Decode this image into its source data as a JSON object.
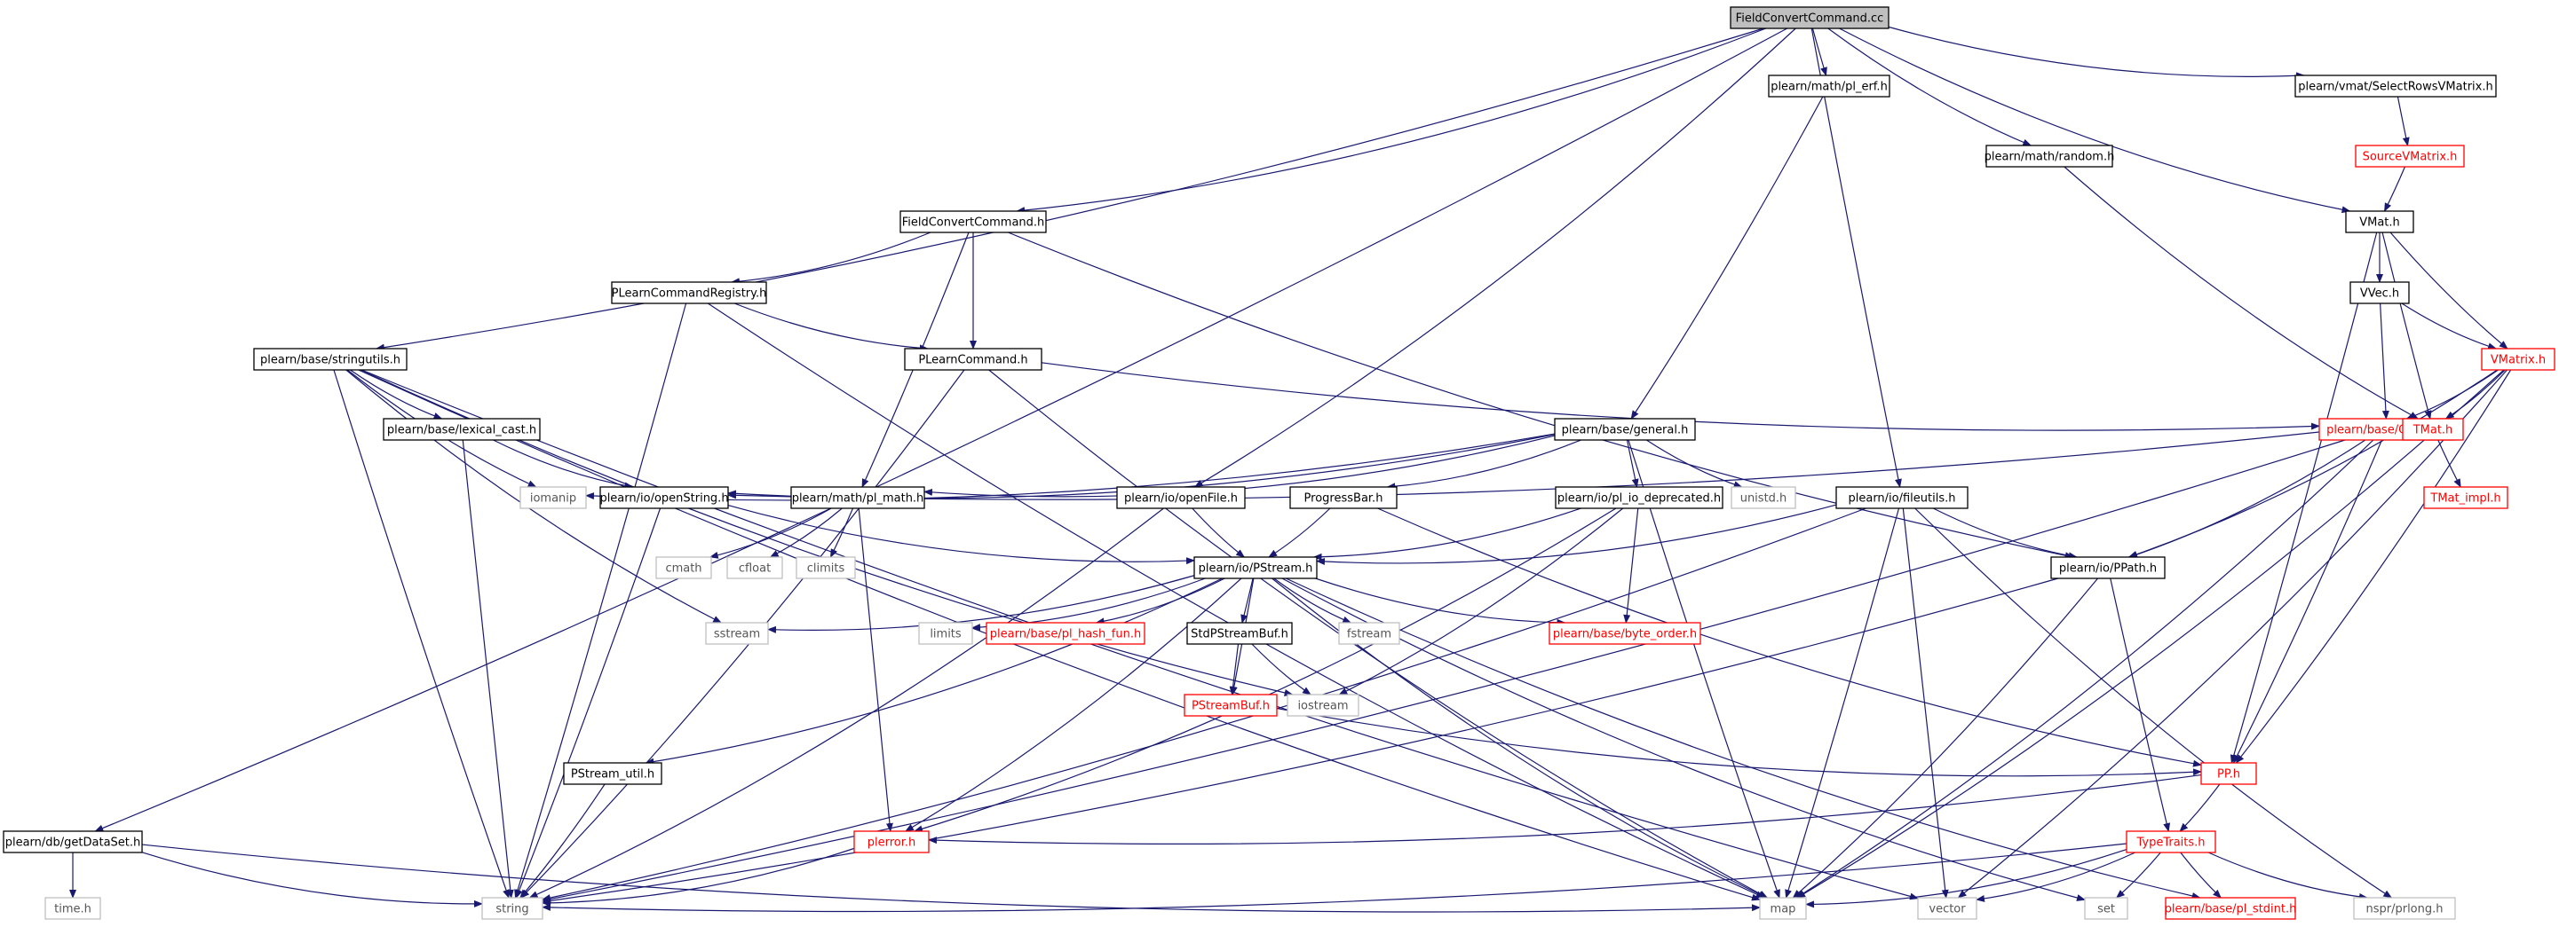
{
  "nodes": [
    {
      "id": "root",
      "label": "FieldConvertCommand.cc",
      "style": "root"
    },
    {
      "id": "pl_erf",
      "label": "plearn/math/pl_erf.h",
      "style": "black"
    },
    {
      "id": "selectrows",
      "label": "plearn/vmat/SelectRowsVMatrix.h",
      "style": "black"
    },
    {
      "id": "random",
      "label": "plearn/math/random.h",
      "style": "black"
    },
    {
      "id": "sourcevm",
      "label": "SourceVMatrix.h",
      "style": "red"
    },
    {
      "id": "fchead",
      "label": "FieldConvertCommand.h",
      "style": "black"
    },
    {
      "id": "vmat",
      "label": "VMat.h",
      "style": "black"
    },
    {
      "id": "registry",
      "label": "PLearnCommandRegistry.h",
      "style": "black"
    },
    {
      "id": "vvec",
      "label": "VVec.h",
      "style": "black"
    },
    {
      "id": "stringutils",
      "label": "plearn/base/stringutils.h",
      "style": "black"
    },
    {
      "id": "plcommand",
      "label": "PLearnCommand.h",
      "style": "black"
    },
    {
      "id": "vmatrix",
      "label": "VMatrix.h",
      "style": "red"
    },
    {
      "id": "lexical",
      "label": "plearn/base/lexical_cast.h",
      "style": "black"
    },
    {
      "id": "general",
      "label": "plearn/base/general.h",
      "style": "black"
    },
    {
      "id": "object",
      "label": "plearn/base/Object.h",
      "style": "red"
    },
    {
      "id": "tmat",
      "label": "TMat.h",
      "style": "red"
    },
    {
      "id": "iomanip",
      "label": "iomanip",
      "style": "gray"
    },
    {
      "id": "openstring",
      "label": "plearn/io/openString.h",
      "style": "black"
    },
    {
      "id": "plmath",
      "label": "plearn/math/pl_math.h",
      "style": "black"
    },
    {
      "id": "openfile",
      "label": "plearn/io/openFile.h",
      "style": "black"
    },
    {
      "id": "progress",
      "label": "ProgressBar.h",
      "style": "black"
    },
    {
      "id": "iodep",
      "label": "plearn/io/pl_io_deprecated.h",
      "style": "black"
    },
    {
      "id": "unistd",
      "label": "unistd.h",
      "style": "gray"
    },
    {
      "id": "fileutils",
      "label": "plearn/io/fileutils.h",
      "style": "black"
    },
    {
      "id": "tmatimpl",
      "label": "TMat_impl.h",
      "style": "red"
    },
    {
      "id": "cmath",
      "label": "cmath",
      "style": "gray"
    },
    {
      "id": "cfloat",
      "label": "cfloat",
      "style": "gray"
    },
    {
      "id": "climits",
      "label": "climits",
      "style": "gray"
    },
    {
      "id": "pstream",
      "label": "plearn/io/PStream.h",
      "style": "black"
    },
    {
      "id": "ppath",
      "label": "plearn/io/PPath.h",
      "style": "black"
    },
    {
      "id": "sstream",
      "label": "sstream",
      "style": "gray"
    },
    {
      "id": "limits",
      "label": "limits",
      "style": "gray"
    },
    {
      "id": "hashfun",
      "label": "plearn/base/pl_hash_fun.h",
      "style": "red"
    },
    {
      "id": "stdpsb",
      "label": "StdPStreamBuf.h",
      "style": "black"
    },
    {
      "id": "fstream",
      "label": "fstream",
      "style": "gray"
    },
    {
      "id": "byteorder",
      "label": "plearn/base/byte_order.h",
      "style": "red"
    },
    {
      "id": "iostream",
      "label": "iostream",
      "style": "gray"
    },
    {
      "id": "psbuf",
      "label": "PStreamBuf.h",
      "style": "red"
    },
    {
      "id": "pstreamutil",
      "label": "PStream_util.h",
      "style": "black"
    },
    {
      "id": "pp",
      "label": "PP.h",
      "style": "red"
    },
    {
      "id": "getdataset",
      "label": "plearn/db/getDataSet.h",
      "style": "black"
    },
    {
      "id": "plerror",
      "label": "plerror.h",
      "style": "red"
    },
    {
      "id": "typetraits",
      "label": "TypeTraits.h",
      "style": "red"
    },
    {
      "id": "timeh",
      "label": "time.h",
      "style": "gray"
    },
    {
      "id": "string",
      "label": "string",
      "style": "gray"
    },
    {
      "id": "map",
      "label": "map",
      "style": "gray"
    },
    {
      "id": "vector",
      "label": "vector",
      "style": "gray"
    },
    {
      "id": "set",
      "label": "set",
      "style": "gray"
    },
    {
      "id": "stdint",
      "label": "plearn/base/pl_stdint.h",
      "style": "red"
    },
    {
      "id": "prlong",
      "label": "nspr/prlong.h",
      "style": "gray"
    }
  ],
  "edges": [
    [
      "root",
      "pl_erf"
    ],
    [
      "root",
      "selectrows"
    ],
    [
      "root",
      "random"
    ],
    [
      "root",
      "fchead"
    ],
    [
      "root",
      "vmat"
    ],
    [
      "root",
      "stringutils"
    ],
    [
      "root",
      "openfile"
    ],
    [
      "root",
      "fileutils"
    ],
    [
      "root",
      "getdataset"
    ],
    [
      "pl_erf",
      "general"
    ],
    [
      "selectrows",
      "sourcevm"
    ],
    [
      "sourcevm",
      "vmat"
    ],
    [
      "random",
      "tmat"
    ],
    [
      "fchead",
      "registry"
    ],
    [
      "fchead",
      "plcommand"
    ],
    [
      "fchead",
      "plmath"
    ],
    [
      "fchead",
      "ppath"
    ],
    [
      "registry",
      "plcommand"
    ],
    [
      "registry",
      "string"
    ],
    [
      "registry",
      "map"
    ],
    [
      "vmat",
      "vvec"
    ],
    [
      "vmat",
      "vmatrix"
    ],
    [
      "vmat",
      "tmat"
    ],
    [
      "vmat",
      "pp"
    ],
    [
      "vvec",
      "vmatrix"
    ],
    [
      "vvec",
      "object"
    ],
    [
      "vmatrix",
      "object"
    ],
    [
      "vmatrix",
      "tmat"
    ],
    [
      "vmatrix",
      "ppath"
    ],
    [
      "vmatrix",
      "pp"
    ],
    [
      "vmatrix",
      "map"
    ],
    [
      "vmatrix",
      "vector"
    ],
    [
      "plcommand",
      "object"
    ],
    [
      "plcommand",
      "string"
    ],
    [
      "plcommand",
      "map"
    ],
    [
      "stringutils",
      "lexical"
    ],
    [
      "stringutils",
      "iomanip"
    ],
    [
      "stringutils",
      "string"
    ],
    [
      "stringutils",
      "map"
    ],
    [
      "stringutils",
      "sstream"
    ],
    [
      "stringutils",
      "iostream"
    ],
    [
      "stringutils",
      "vector"
    ],
    [
      "lexical",
      "openstring"
    ],
    [
      "lexical",
      "string"
    ],
    [
      "general",
      "iomanip"
    ],
    [
      "general",
      "openstring"
    ],
    [
      "general",
      "plmath"
    ],
    [
      "general",
      "progress"
    ],
    [
      "general",
      "iodep"
    ],
    [
      "general",
      "unistd"
    ],
    [
      "general",
      "map"
    ],
    [
      "object",
      "openstring"
    ],
    [
      "object",
      "ppath"
    ],
    [
      "object",
      "pp"
    ],
    [
      "object",
      "string"
    ],
    [
      "object",
      "map"
    ],
    [
      "tmat",
      "tmatimpl"
    ],
    [
      "openstring",
      "pstream"
    ],
    [
      "openstring",
      "string"
    ],
    [
      "plmath",
      "cmath"
    ],
    [
      "plmath",
      "cfloat"
    ],
    [
      "plmath",
      "climits"
    ],
    [
      "plmath",
      "plerror"
    ],
    [
      "openfile",
      "pstream"
    ],
    [
      "openfile",
      "string"
    ],
    [
      "progress",
      "pstream"
    ],
    [
      "progress",
      "pp"
    ],
    [
      "iodep",
      "pstream"
    ],
    [
      "iodep",
      "byteorder"
    ],
    [
      "iodep",
      "iostream"
    ],
    [
      "iodep",
      "plerror"
    ],
    [
      "fileutils",
      "pstream"
    ],
    [
      "fileutils",
      "ppath"
    ],
    [
      "fileutils",
      "map"
    ],
    [
      "fileutils",
      "vector"
    ],
    [
      "fileutils",
      "string"
    ],
    [
      "fileutils",
      "prlong"
    ],
    [
      "pstream",
      "sstream"
    ],
    [
      "pstream",
      "limits"
    ],
    [
      "pstream",
      "hashfun"
    ],
    [
      "pstream",
      "stdpsb"
    ],
    [
      "pstream",
      "fstream"
    ],
    [
      "pstream",
      "byteorder"
    ],
    [
      "pstream",
      "psbuf"
    ],
    [
      "pstream",
      "pstreamutil"
    ],
    [
      "pstream",
      "plerror"
    ],
    [
      "pstream",
      "map"
    ],
    [
      "pstream",
      "set"
    ],
    [
      "pstream",
      "stdint"
    ],
    [
      "stdpsb",
      "psbuf"
    ],
    [
      "stdpsb",
      "iostream"
    ],
    [
      "psbuf",
      "pp"
    ],
    [
      "pstreamutil",
      "string"
    ],
    [
      "ppath",
      "typetraits"
    ],
    [
      "ppath",
      "string"
    ],
    [
      "ppath",
      "map"
    ],
    [
      "pp",
      "plerror"
    ],
    [
      "pp",
      "typetraits"
    ],
    [
      "plerror",
      "string"
    ],
    [
      "getdataset",
      "timeh"
    ],
    [
      "getdataset",
      "string"
    ],
    [
      "getdataset",
      "map"
    ],
    [
      "typetraits",
      "string"
    ],
    [
      "typetraits",
      "map"
    ],
    [
      "typetraits",
      "vector"
    ],
    [
      "typetraits",
      "set"
    ],
    [
      "typetraits",
      "stdint"
    ],
    [
      "typetraits",
      "prlong"
    ]
  ]
}
